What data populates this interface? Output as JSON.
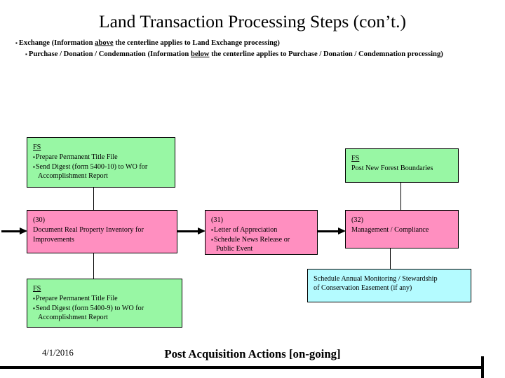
{
  "slide": {
    "title": "Land Transaction Processing Steps (con’t.)",
    "bullets": [
      {
        "marker": "▪",
        "pre": "Exchange (Information ",
        "underlined": "above",
        "post": " the centerline applies to Land Exchange processing)"
      },
      {
        "marker": "▪",
        "pre": "Purchase / Donation /  Condemnation (Information ",
        "underlined": "below",
        "post": " the centerline applies to Purchase / Donation /  Condemnation processing)"
      }
    ]
  },
  "boxes": {
    "fs_title_10": {
      "header": "FS",
      "color": "#98F7A4",
      "lines": [
        {
          "bullet": "▪",
          "text": "Prepare Permanent Title File"
        },
        {
          "bullet": "▪",
          "text": "Send Digest (form 5400-10) to WO for"
        },
        {
          "bullet": "",
          "text": "Accomplishment Report"
        }
      ]
    },
    "step_30": {
      "code": "(30)",
      "color": "#FF8FC0",
      "lines": [
        {
          "bullet": "",
          "text": "Document Real Property Inventory for"
        },
        {
          "bullet": "",
          "text": "Improvements"
        }
      ]
    },
    "fs_title_9": {
      "header": "FS",
      "color": "#98F7A4",
      "lines": [
        {
          "bullet": "▪",
          "text": "Prepare Permanent Title File"
        },
        {
          "bullet": "▪",
          "text": "Send Digest (form 5400-9) to WO for"
        },
        {
          "bullet": "",
          "text": "Accomplishment Report"
        }
      ]
    },
    "step_31": {
      "code": "(31)",
      "color": "#FF8FC0",
      "lines": [
        {
          "bullet": "▪",
          "text": "Letter of Appreciation"
        },
        {
          "bullet": "▪",
          "text": "Schedule News Release or"
        },
        {
          "bullet": "",
          "text": "Public Event"
        }
      ]
    },
    "fs_boundaries": {
      "header": "FS",
      "color": "#98F7A4",
      "lines": [
        {
          "bullet": "",
          "text": "Post New Forest Boundaries"
        }
      ]
    },
    "step_32": {
      "code": "(32)",
      "color": "#FF8FC0",
      "lines": [
        {
          "bullet": "",
          "text": "Management / Compliance"
        }
      ]
    },
    "monitoring": {
      "color": "#B4FBFF",
      "lines": [
        {
          "bullet": "",
          "text": "Schedule Annual Monitoring / Stewardship"
        },
        {
          "bullet": "",
          "text": "of Conservation Easement (if any)"
        }
      ]
    }
  },
  "connectors": [
    {
      "name": "fs-title-10-to-step-30",
      "type": "line-vertical"
    },
    {
      "name": "step-30-to-fs-title-9",
      "type": "line-vertical"
    },
    {
      "name": "fs-boundaries-to-step-32",
      "type": "line-vertical"
    },
    {
      "name": "step-32-to-monitoring",
      "type": "line-vertical"
    },
    {
      "name": "inbound-to-step-30",
      "type": "arrow-right"
    },
    {
      "name": "step-30-to-step-31",
      "type": "arrow-right"
    },
    {
      "name": "step-31-to-step-32",
      "type": "arrow-right"
    }
  ],
  "footer": {
    "date": "4/1/2016",
    "title": "Post Acquisition Actions [on-going]"
  }
}
